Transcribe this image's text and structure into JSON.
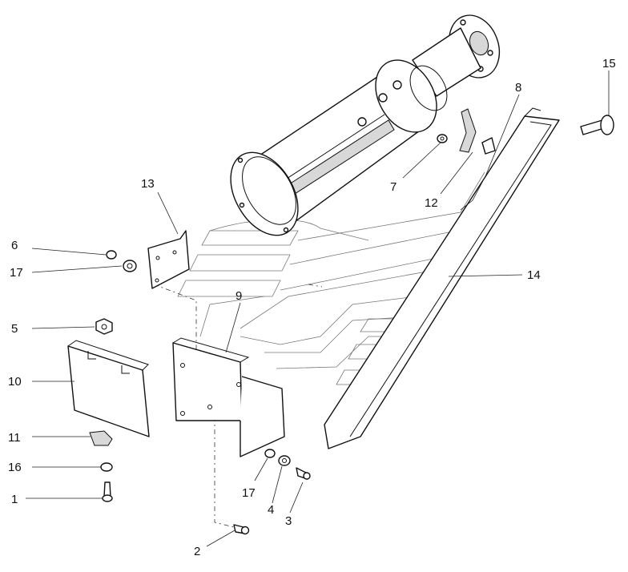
{
  "callouts": [
    {
      "id": "c15",
      "text": "15"
    },
    {
      "id": "c8",
      "text": "8"
    },
    {
      "id": "c13",
      "text": "13"
    },
    {
      "id": "c7",
      "text": "7"
    },
    {
      "id": "c12",
      "text": "12"
    },
    {
      "id": "c6",
      "text": "6"
    },
    {
      "id": "c17a",
      "text": "17"
    },
    {
      "id": "c14",
      "text": "14"
    },
    {
      "id": "c9",
      "text": "9"
    },
    {
      "id": "c5",
      "text": "5"
    },
    {
      "id": "c10",
      "text": "10"
    },
    {
      "id": "c11",
      "text": "11"
    },
    {
      "id": "c16",
      "text": "16"
    },
    {
      "id": "c1",
      "text": "1"
    },
    {
      "id": "c17b",
      "text": "17"
    },
    {
      "id": "c4",
      "text": "4"
    },
    {
      "id": "c3",
      "text": "3"
    },
    {
      "id": "c2",
      "text": "2"
    }
  ]
}
